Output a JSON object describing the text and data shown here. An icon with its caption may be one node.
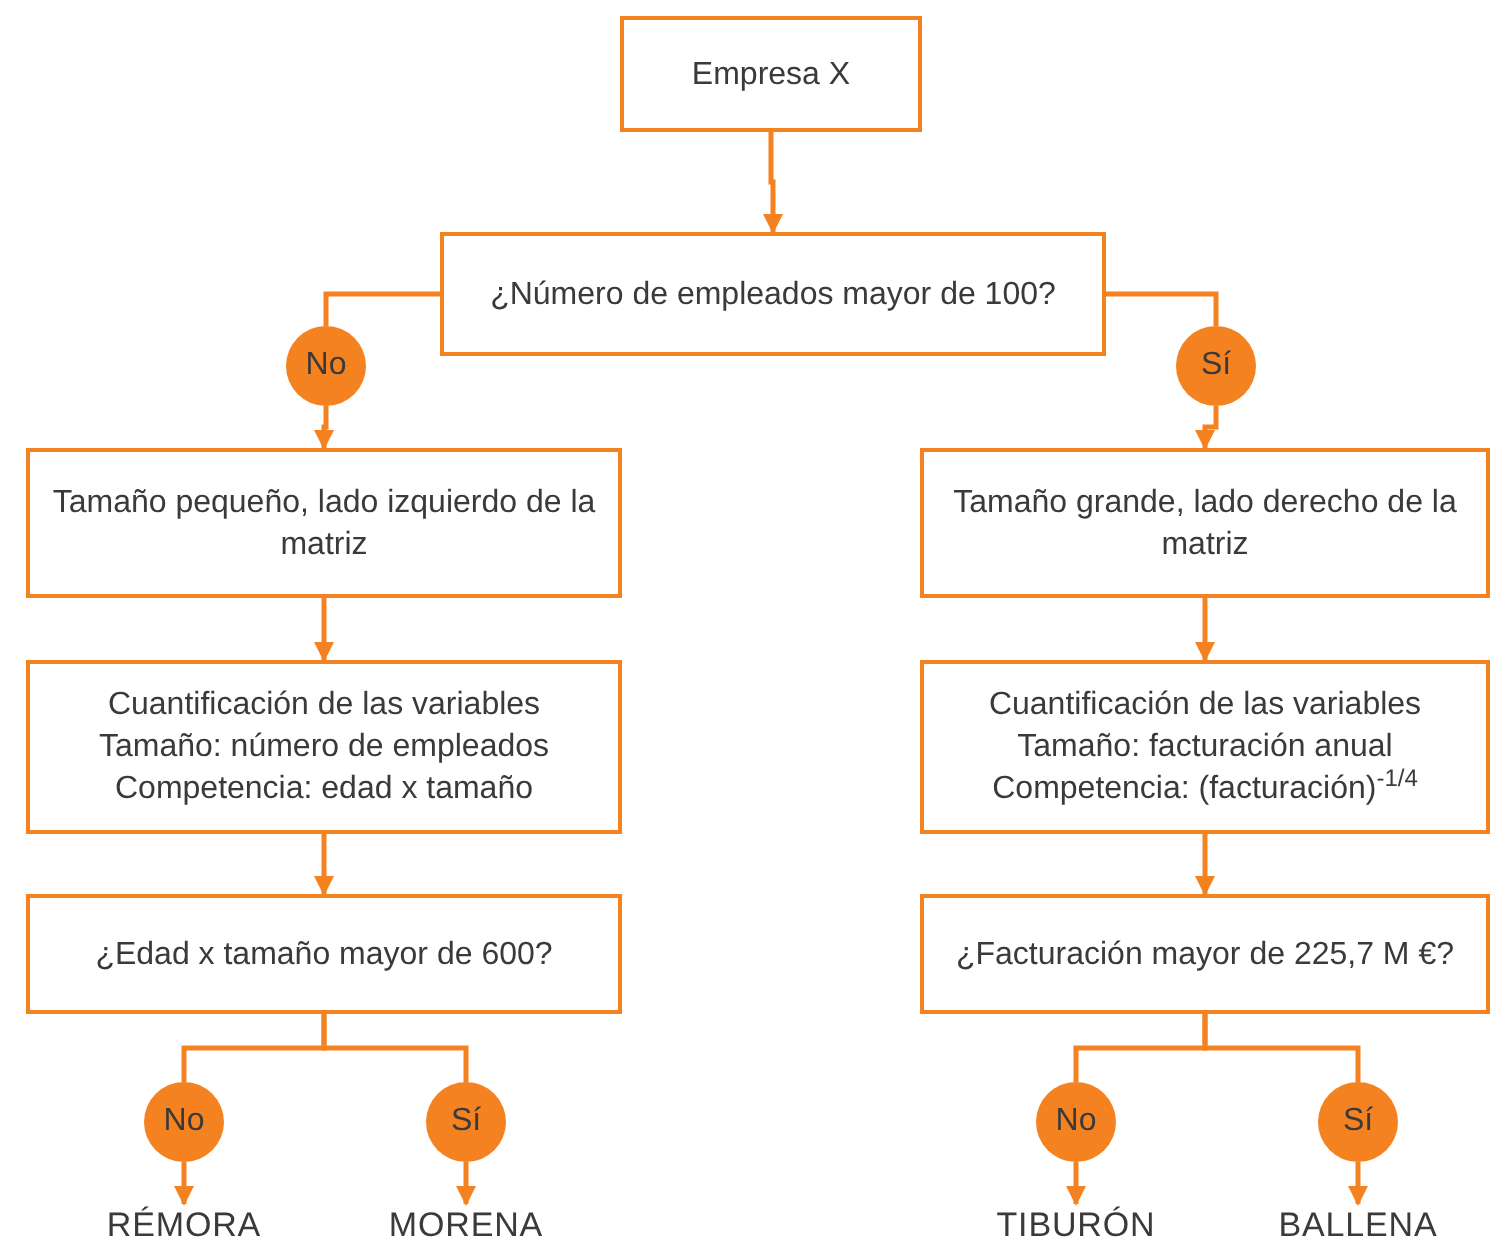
{
  "diagram": {
    "nodes": [
      {
        "text": [
          "Empresa X"
        ]
      },
      {
        "text": [
          "¿Número de empleados mayor de 100?"
        ]
      },
      {
        "text": [
          "No"
        ]
      },
      {
        "text": [
          "Sí"
        ]
      },
      {
        "text": [
          "Tamaño pequeño, lado izquierdo de la matriz"
        ]
      },
      {
        "text": [
          "Tamaño grande, lado derecho de la matriz"
        ]
      },
      {
        "text": [
          "Cuantificación de las variables",
          "Tamaño: número de empleados",
          "Competencia: edad x tamaño"
        ]
      },
      {
        "text": [
          "Cuantificación de las variables",
          "Tamaño: facturación anual",
          "Competencia: (facturación)$^{-1/4}$"
        ]
      },
      {
        "text": [
          "¿Edad x tamaño mayor de 600?"
        ]
      },
      {
        "text": [
          "¿Facturación mayor de 225,7 M €?"
        ]
      },
      {
        "text": [
          "No"
        ]
      },
      {
        "text": [
          "Sí"
        ]
      },
      {
        "text": [
          "No"
        ]
      },
      {
        "text": [
          "Sí"
        ]
      },
      {
        "text": [
          "RÉMORA"
        ]
      },
      {
        "text": [
          "MORENA"
        ]
      },
      {
        "text": [
          "TIBURÓN"
        ]
      },
      {
        "text": [
          "BALLENA"
        ]
      }
    ],
    "edges": [
      {
        "from": 0,
        "to": 1,
        "arrow": "to"
      },
      {
        "from": 1,
        "to": 2,
        "arrow": "none"
      },
      {
        "from": 1,
        "to": 3,
        "arrow": "none"
      },
      {
        "from": 2,
        "to": 4,
        "arrow": "to"
      },
      {
        "from": 3,
        "to": 5,
        "arrow": "to"
      },
      {
        "from": 4,
        "to": 6,
        "arrow": "to"
      },
      {
        "from": 5,
        "to": 7,
        "arrow": "to"
      },
      {
        "from": 6,
        "to": 8,
        "arrow": "to"
      },
      {
        "from": 7,
        "to": 9,
        "arrow": "to"
      },
      {
        "from": 8,
        "to": 10,
        "arrow": "none"
      },
      {
        "from": 8,
        "to": 11,
        "arrow": "none"
      },
      {
        "from": 9,
        "to": 12,
        "arrow": "none"
      },
      {
        "from": 9,
        "to": 13,
        "arrow": "none"
      },
      {
        "from": 10,
        "to": 14,
        "arrow": "to"
      },
      {
        "from": 11,
        "to": 15,
        "arrow": "to"
      },
      {
        "from": 12,
        "to": 16,
        "arrow": "to"
      },
      {
        "from": 13,
        "to": 17,
        "arrow": "to"
      }
    ]
  }
}
